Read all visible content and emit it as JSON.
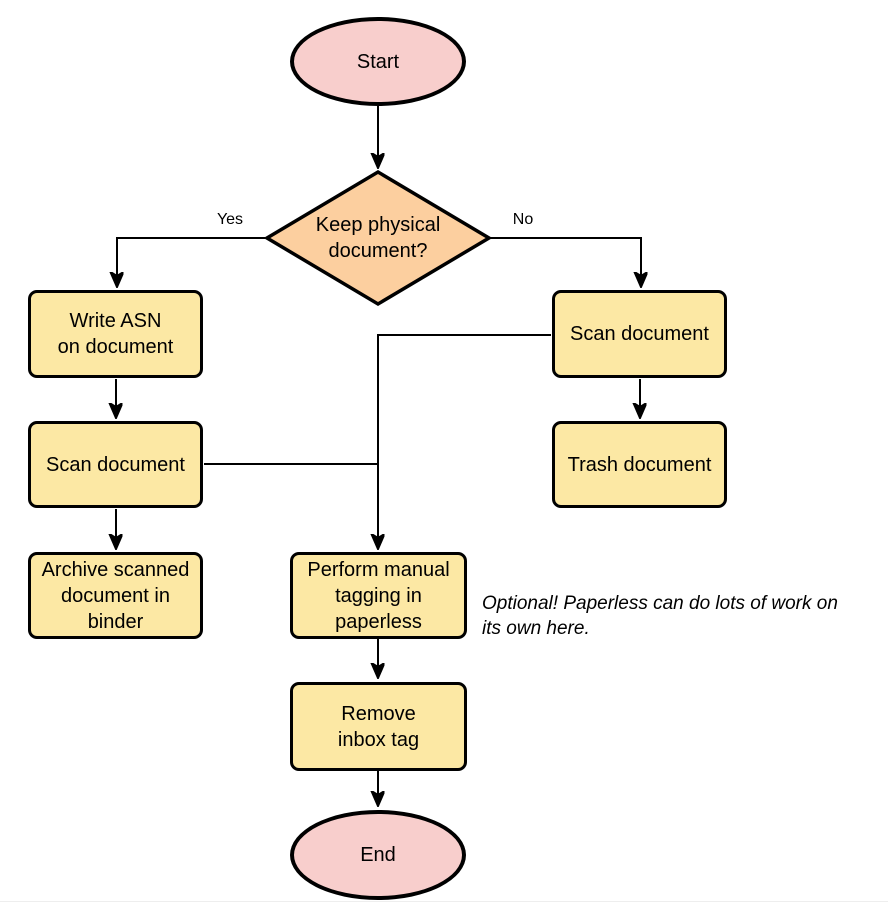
{
  "diagram": {
    "nodes": {
      "start": {
        "label": "Start",
        "shape": "terminator"
      },
      "decision": {
        "label": "Keep physical\ndocument?",
        "shape": "decision"
      },
      "write_asn": {
        "label": "Write ASN\non document",
        "shape": "process"
      },
      "scan_left": {
        "label": "Scan document",
        "shape": "process"
      },
      "archive": {
        "label": "Archive scanned\ndocument in\nbinder",
        "shape": "process"
      },
      "scan_right": {
        "label": "Scan document",
        "shape": "process"
      },
      "trash": {
        "label": "Trash document",
        "shape": "process"
      },
      "tagging": {
        "label": "Perform manual\ntagging in\npaperless",
        "shape": "process"
      },
      "remove_inbox": {
        "label": "Remove\ninbox tag",
        "shape": "process"
      },
      "end": {
        "label": "End",
        "shape": "terminator"
      }
    },
    "edge_labels": {
      "yes": "Yes",
      "no": "No"
    },
    "annotation": "Optional! Paperless can do lots of work on\nits own here.",
    "colors": {
      "terminator_fill": "#f8cecc",
      "decision_fill": "#fccf9f",
      "process_fill": "#fce8a4",
      "stroke": "#000000",
      "edge": "#000000",
      "canvas_bg": "#ffffff",
      "footer_line": "#eeeeee"
    }
  }
}
